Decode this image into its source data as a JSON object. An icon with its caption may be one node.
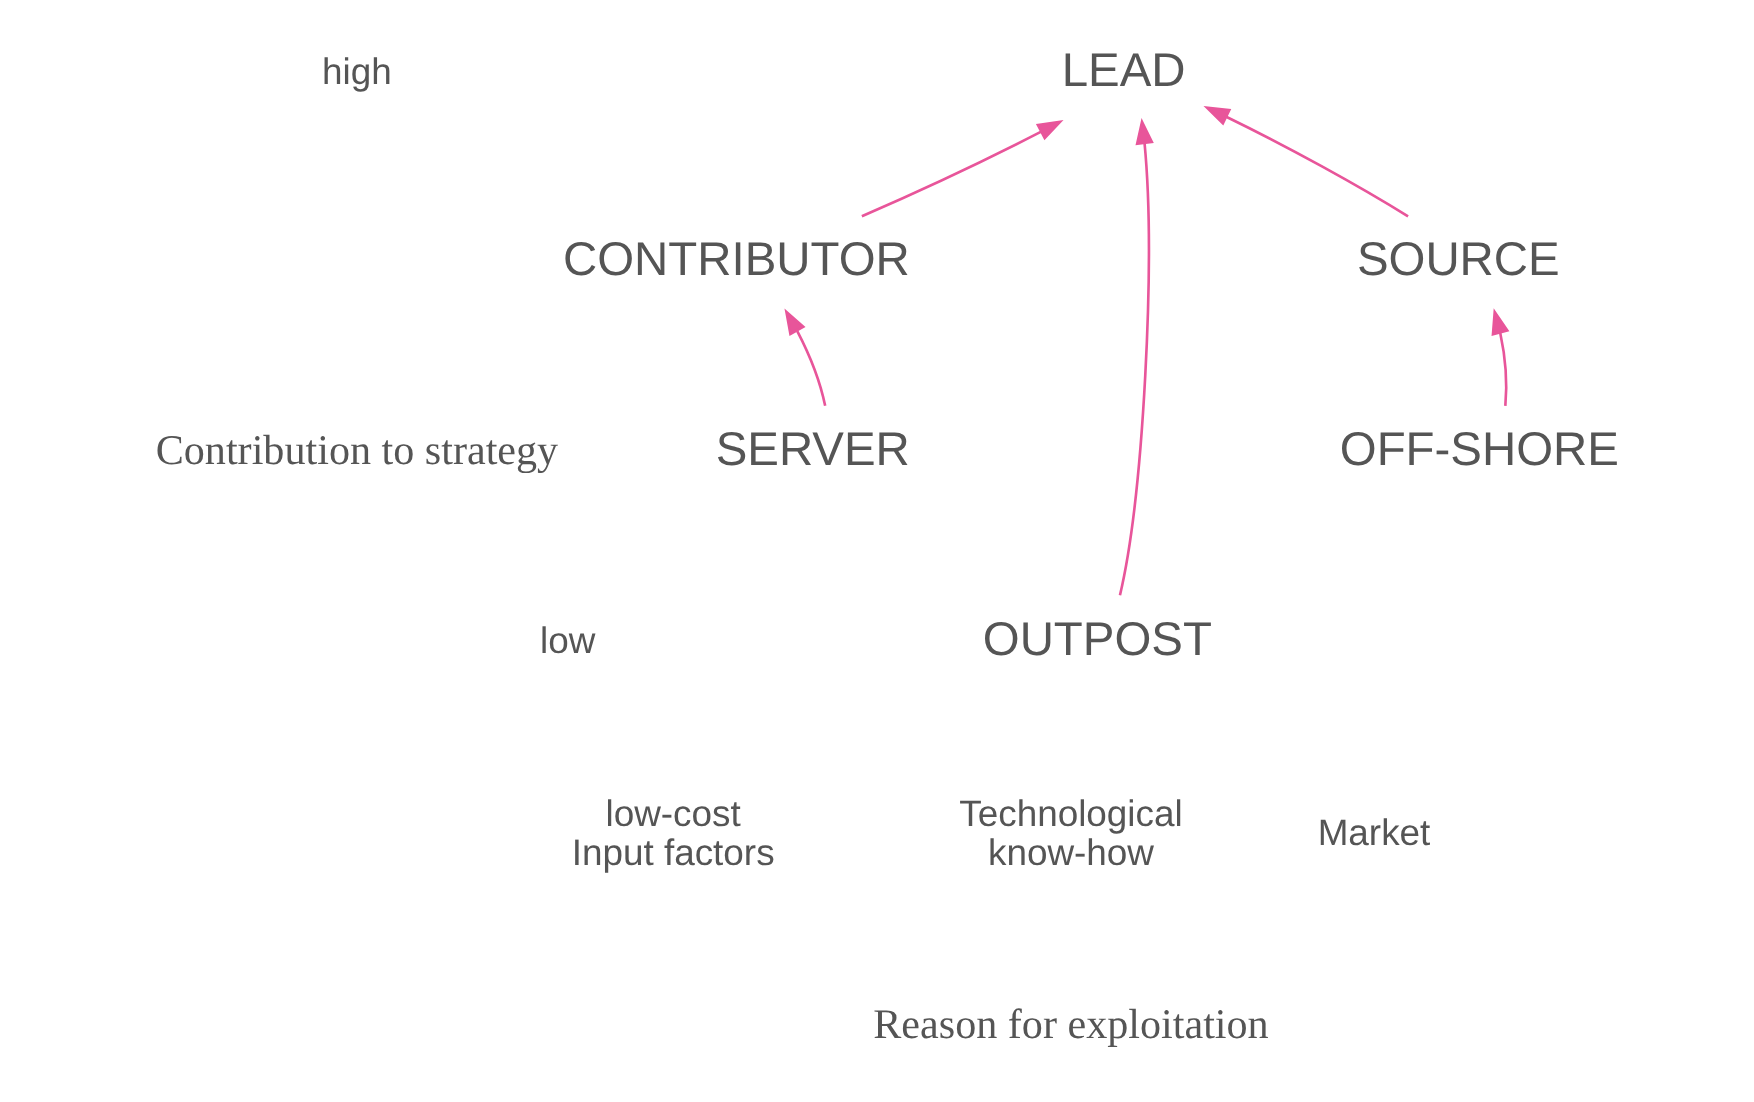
{
  "diagram": {
    "nodes": [
      {
        "text": [
          "LEAD"
        ]
      },
      {
        "text": [
          "SOURCE"
        ]
      },
      {
        "text": [
          "CONTRIBUTOR"
        ]
      },
      {
        "text": [
          "OFF-SHORE"
        ]
      },
      {
        "text": [
          "OUTPOST"
        ]
      },
      {
        "text": [
          "SERVER"
        ]
      }
    ],
    "edges": [
      {
        "from": 1,
        "to": 0,
        "arrow": "to"
      },
      {
        "from": 4,
        "to": 0,
        "arrow": "to"
      },
      {
        "from": 2,
        "to": 0,
        "arrow": "to"
      },
      {
        "from": 3,
        "to": 1,
        "arrow": "to"
      },
      {
        "from": 5,
        "to": 2,
        "arrow": "to"
      }
    ],
    "labels": [
      "high",
      "Contribution to strategy",
      "low",
      "low-cost Input factors",
      "Technological know-how",
      "Market",
      "Reason for exploitation"
    ]
  }
}
